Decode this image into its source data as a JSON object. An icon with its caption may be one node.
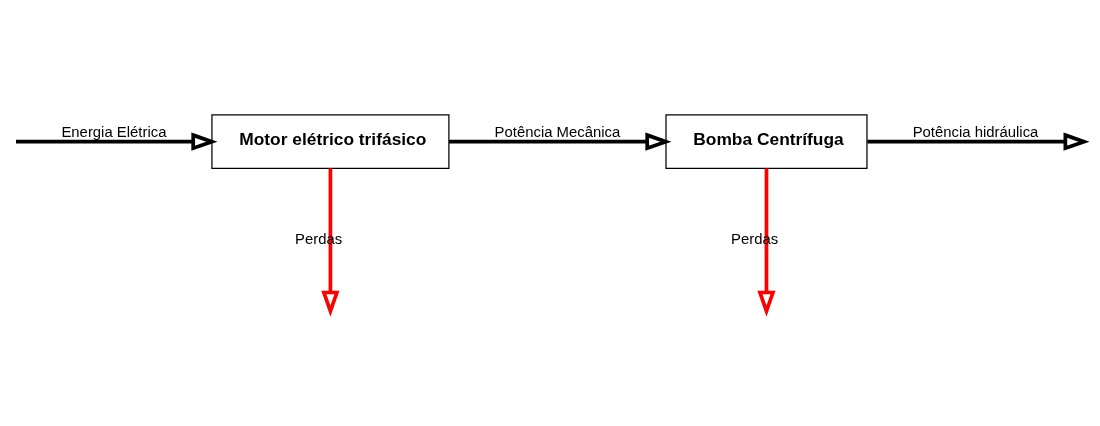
{
  "diagram": {
    "nodes": [
      {
        "text": [
          "Motor elétrico trifásico"
        ]
      },
      {
        "text": [
          "Bomba Centrífuga"
        ]
      }
    ],
    "edges": [
      {
        "from": null,
        "to": 0,
        "arrow": "to",
        "label": "Energia Elétrica"
      },
      {
        "from": 0,
        "to": 1,
        "arrow": "to",
        "label": "Potência Mecânica"
      },
      {
        "from": 1,
        "to": null,
        "arrow": "to",
        "label": "Potência hidráulica"
      },
      {
        "from": 0,
        "to": null,
        "arrow": "to",
        "label": "Perdas",
        "color": "#ff0000"
      },
      {
        "from": 1,
        "to": null,
        "arrow": "to",
        "label": "Perdas",
        "color": "#ff0000"
      }
    ]
  }
}
